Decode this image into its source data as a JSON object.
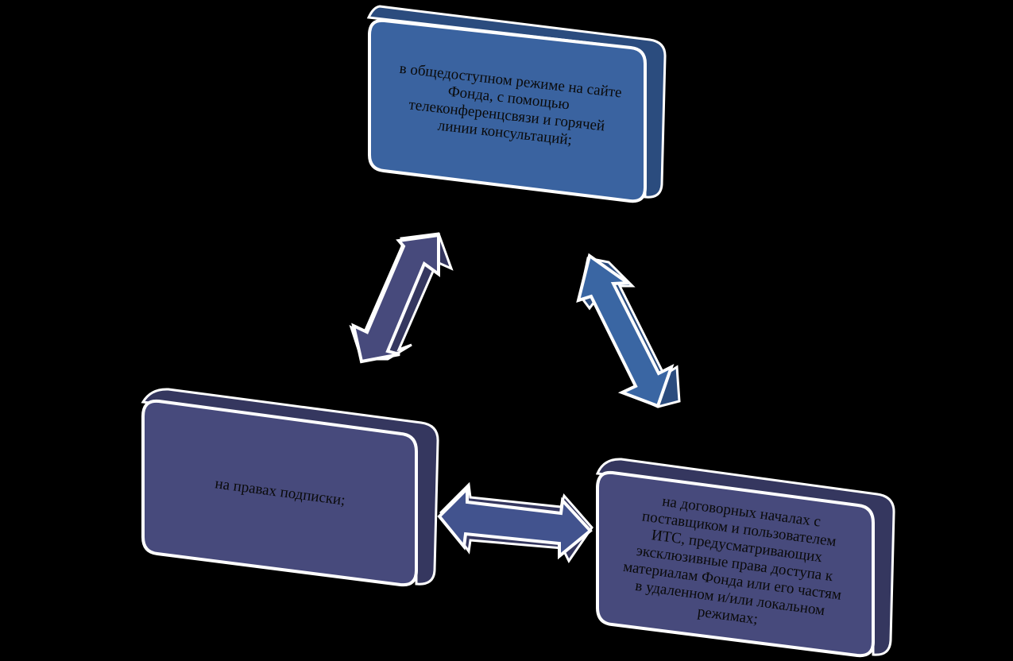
{
  "colors": {
    "background": "#000000",
    "box_top_fill": "#3a63a0",
    "box_top_depth": "#2b4c7e",
    "box_left_fill": "#474a7c",
    "box_left_depth": "#35375f",
    "box_right_fill": "#474a7c",
    "box_right_depth": "#35375f",
    "arrow_left_fill": "#474a7c",
    "arrow_right_fill": "#3a66a3",
    "arrow_bottom_fill": "#42538e",
    "outline": "#ffffff",
    "text": "#0a0a0a"
  },
  "nodes": {
    "top": {
      "text": "в общедоступном режиме на сайте\nФонда, с помощью\nтелеконференцсвязи и горячей\nлинии консультаций;"
    },
    "left": {
      "text": "на правах подписки;"
    },
    "right": {
      "text": "на договорных началах с\nпоставщиком и пользователем\nИТС, предусматривающих\nэксклюзивные права доступа к\nматериалам Фонда или  его частям\nв удаленном и/или локальном\nрежимах;"
    }
  },
  "connectors": [
    {
      "from": "top",
      "to": "left",
      "type": "double-arrow"
    },
    {
      "from": "top",
      "to": "right",
      "type": "double-arrow"
    },
    {
      "from": "left",
      "to": "right",
      "type": "double-arrow"
    }
  ]
}
